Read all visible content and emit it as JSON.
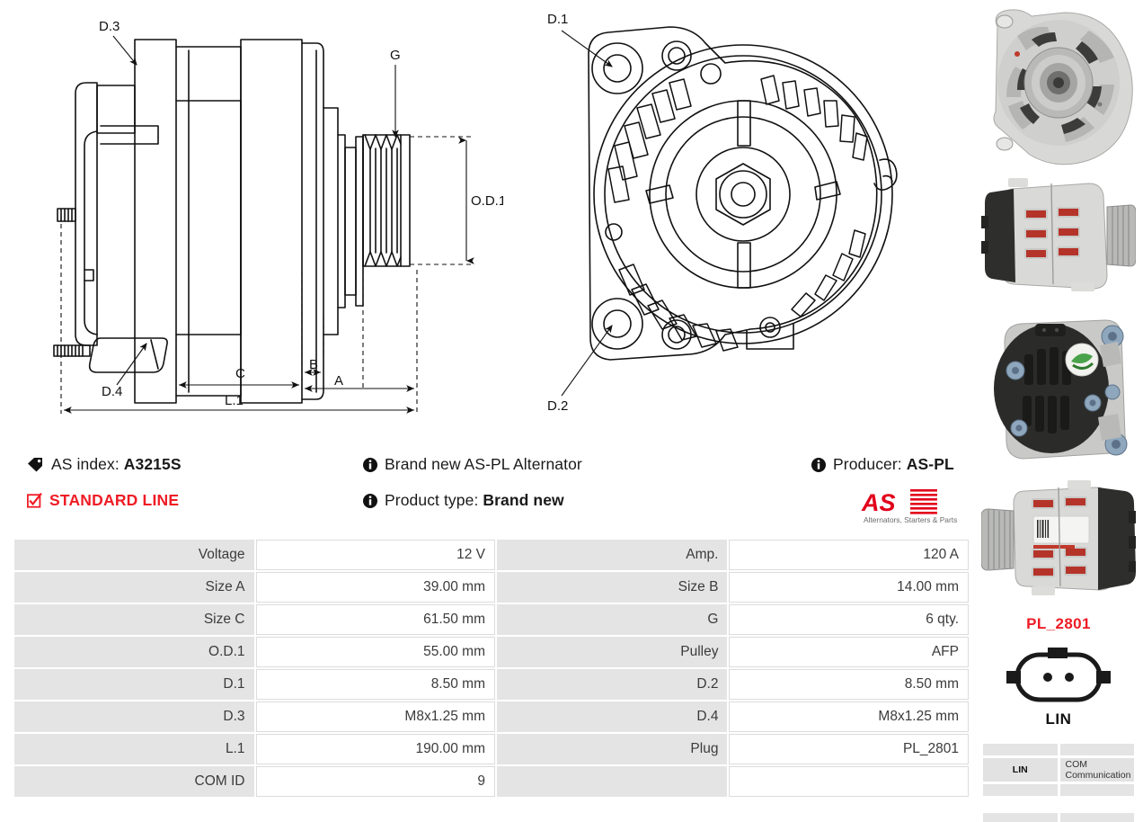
{
  "drawing": {
    "side_view": {
      "labels": {
        "d3": "D.3",
        "d4": "D.4",
        "g": "G",
        "od1": "O.D.1",
        "a": "A",
        "b": "B",
        "c": "C",
        "l1": "L.1"
      }
    },
    "front_view": {
      "labels": {
        "d1": "D.1",
        "d2": "D.2"
      }
    }
  },
  "info": {
    "as_index_label": "AS index:",
    "as_index_value": "A3215S",
    "standard_line": "STANDARD LINE",
    "brand_new_text": "Brand new AS-PL Alternator",
    "product_type_label": "Product type:",
    "product_type_value": "Brand new",
    "producer_label": "Producer:",
    "producer_value": "AS-PL",
    "logo_mark": "AS",
    "logo_tagline": "Alternators, Starters & Parts",
    "accent_red": "#ee1c25"
  },
  "spec": {
    "rows": [
      {
        "k1": "Voltage",
        "v1": "12 V",
        "k2": "Amp.",
        "v2": "120 A"
      },
      {
        "k1": "Size A",
        "v1": "39.00 mm",
        "k2": "Size B",
        "v2": "14.00 mm"
      },
      {
        "k1": "Size C",
        "v1": "61.50 mm",
        "k2": "G",
        "v2": "6 qty."
      },
      {
        "k1": "O.D.1",
        "v1": "55.00 mm",
        "k2": "Pulley",
        "v2": "AFP"
      },
      {
        "k1": "D.1",
        "v1": "8.50 mm",
        "k2": "D.2",
        "v2": "8.50 mm"
      },
      {
        "k1": "D.3",
        "v1": "M8x1.25 mm",
        "k2": "D.4",
        "v2": "M8x1.25 mm"
      },
      {
        "k1": "L.1",
        "v1": "190.00 mm",
        "k2": "Plug",
        "v2": "PL_2801"
      },
      {
        "k1": "COM ID",
        "v1": "9",
        "k2": "",
        "v2": ""
      }
    ]
  },
  "rail": {
    "plug_code": "PL_2801",
    "plug_label": "LIN",
    "pins": [
      {
        "key": "LIN",
        "desc": "COM Communication"
      }
    ]
  }
}
